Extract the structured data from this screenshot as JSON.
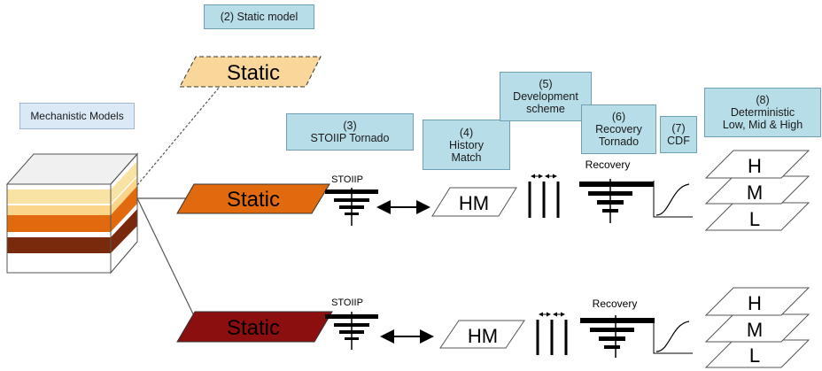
{
  "labels": {
    "mechanistic": "Mechanistic Models",
    "step2": "(2) Static model",
    "step3": "(3)\nSTOIIP Tornado",
    "step4": "(4)\nHistory\nMatch",
    "step5": "(5)\nDevelopment\nscheme",
    "step6": "(6)\nRecovery\nTornado",
    "step7": "(7)\nCDF",
    "step8": "(8)\nDeterministic\nLow, Mid & High"
  },
  "diagram": {
    "static_top": "Static",
    "static_mid": "Static",
    "static_bot": "Static",
    "stoiip_mid": "STOIIP",
    "stoiip_bot": "STOIIP",
    "hm_mid": "HM",
    "hm_bot": "HM",
    "recovery_mid": "Recovery",
    "recovery_bot": "Recovery",
    "h": "H",
    "m": "M",
    "l": "L"
  },
  "colors": {
    "static_top": "#f9d79b",
    "static_mid": "#e06a0d",
    "static_bot": "#8b0f0f",
    "box": "#b7dde8",
    "cube_top": "#f0f0f0"
  }
}
